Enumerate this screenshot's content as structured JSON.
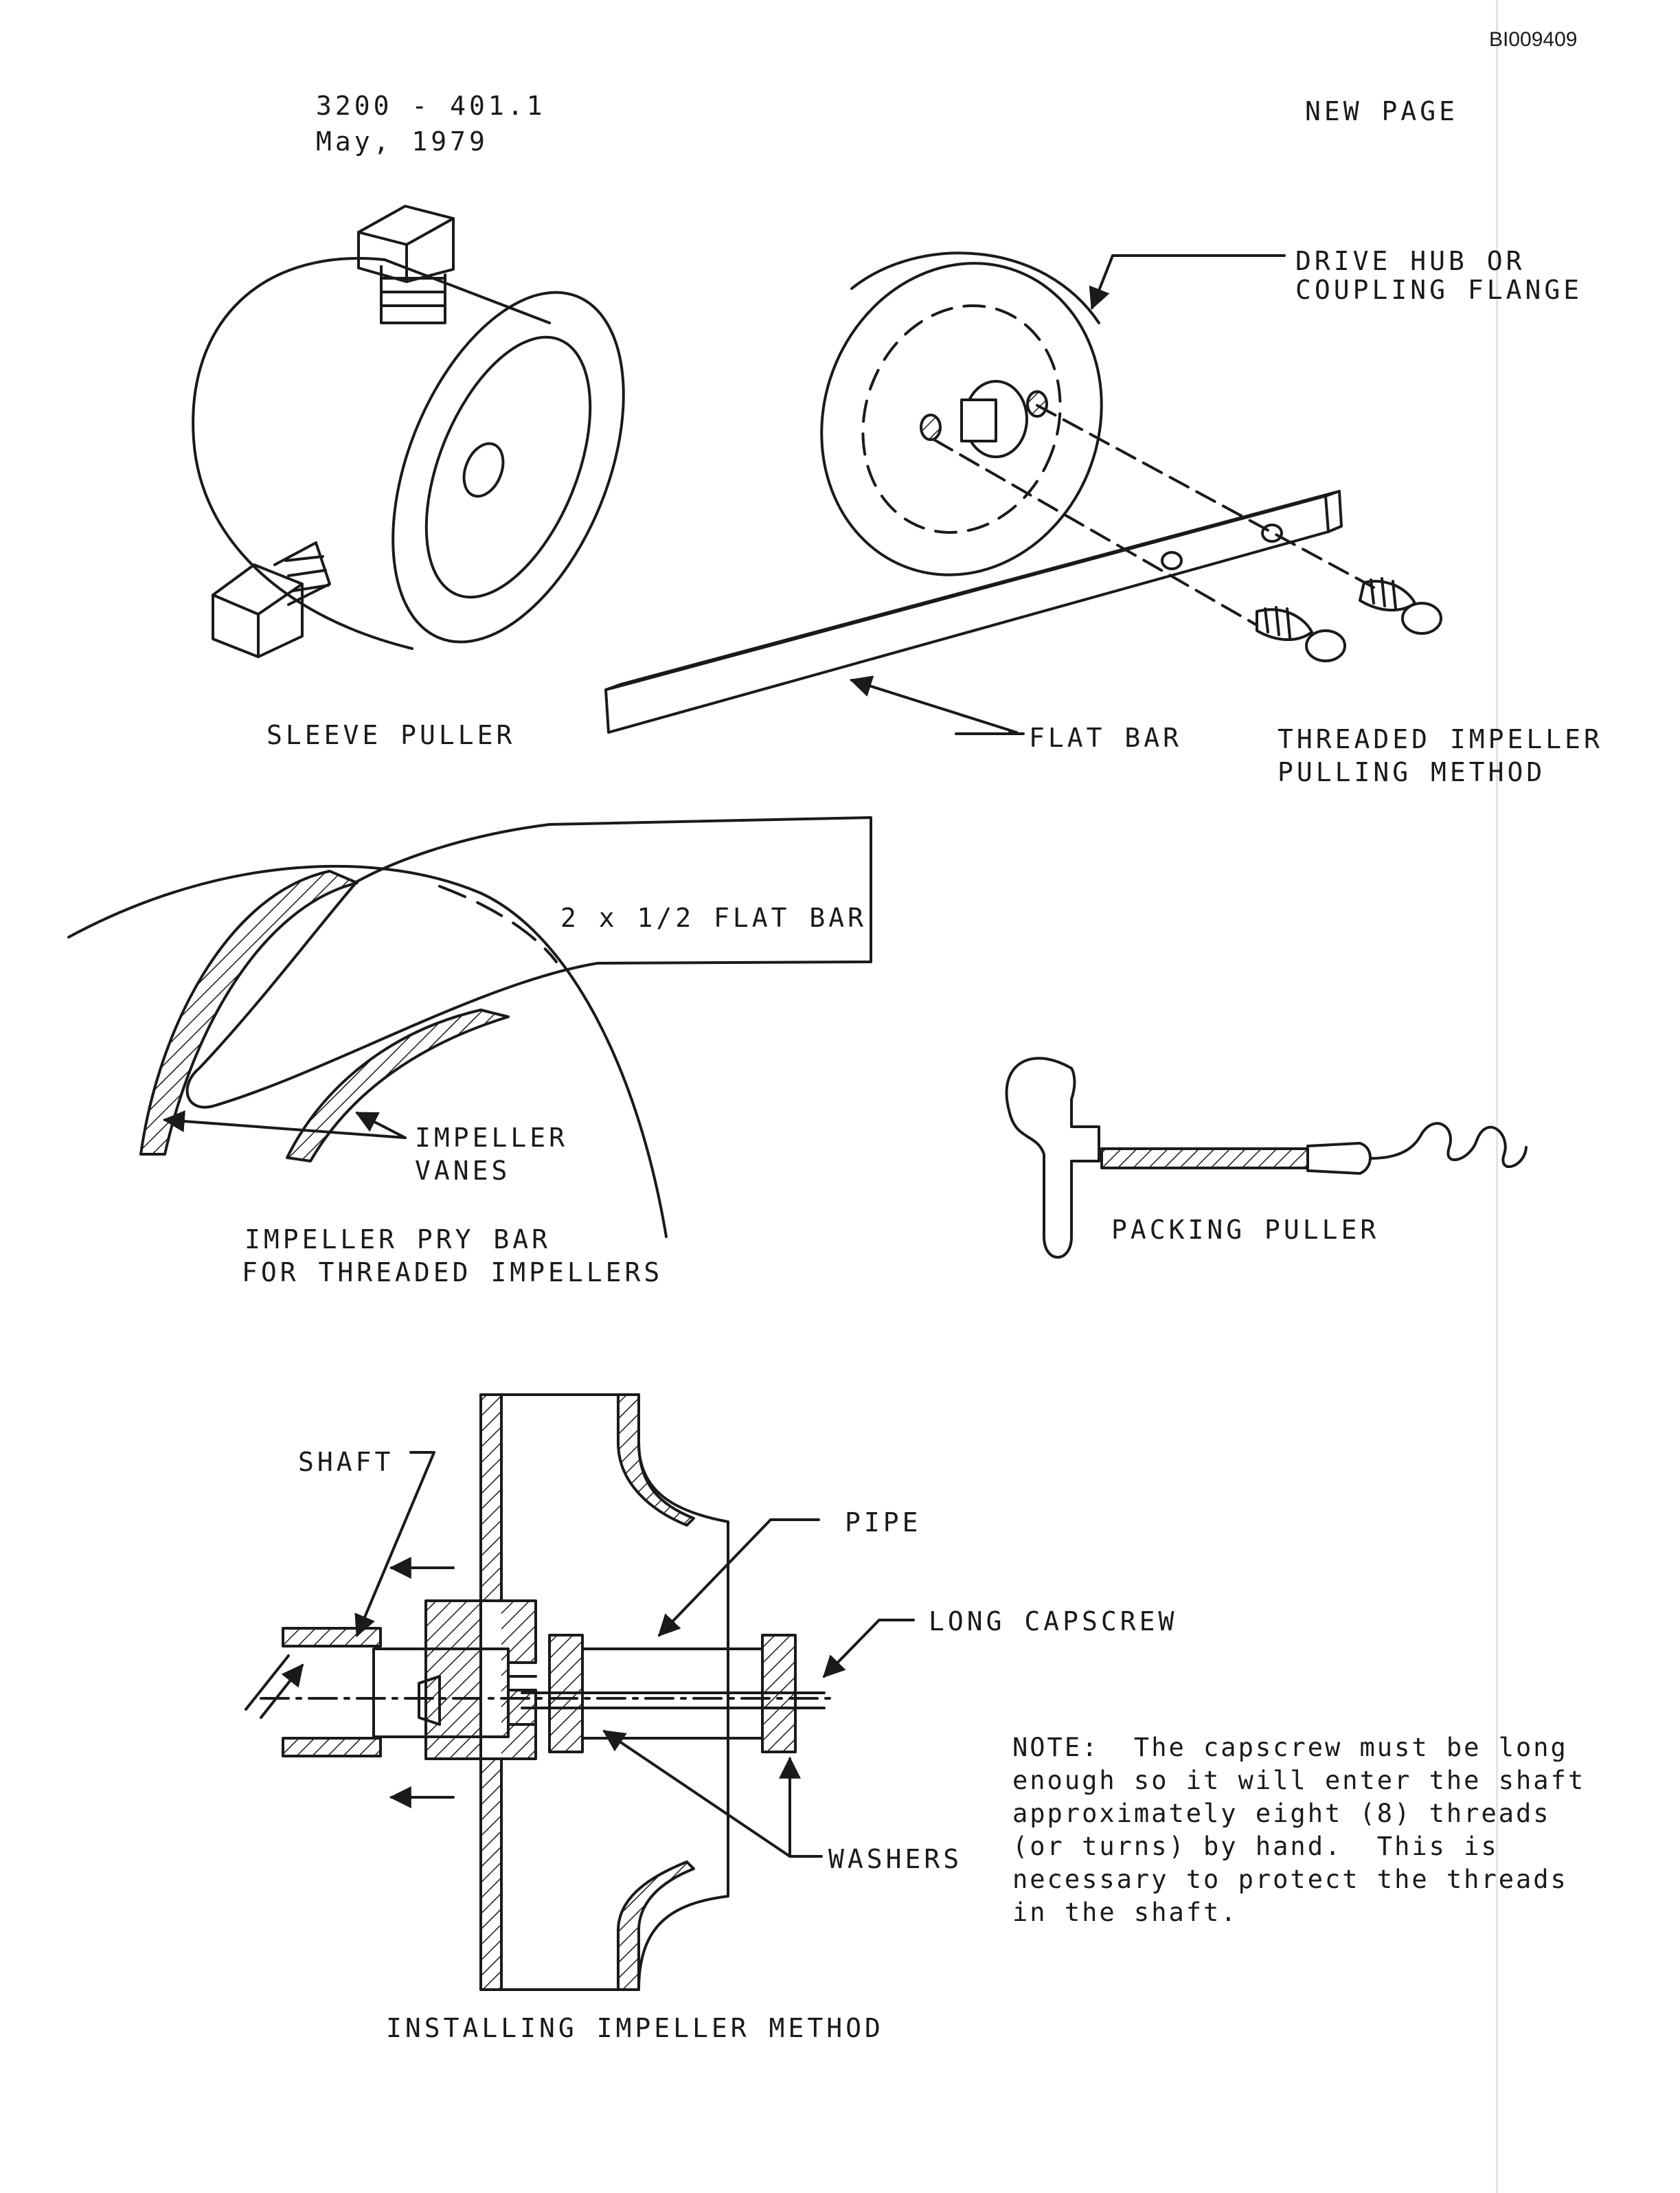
{
  "document": {
    "id": "BI009409",
    "number": "3200 - 401.1",
    "date": "May, 1979",
    "status": "NEW PAGE"
  },
  "figures": {
    "sleeve_puller": {
      "caption": "SLEEVE PULLER"
    },
    "threaded_impeller": {
      "drive_hub_label_line1": "DRIVE HUB OR",
      "drive_hub_label_line2": "COUPLING FLANGE",
      "flat_bar_label": "FLAT BAR",
      "caption_line1": "THREADED IMPELLER",
      "caption_line2": "PULLING METHOD"
    },
    "pry_bar": {
      "bar_label": "2 x 1/2 FLAT BAR",
      "vanes_label_line1": "IMPELLER",
      "vanes_label_line2": "VANES",
      "caption_line1": "IMPELLER PRY BAR",
      "caption_line2": "FOR THREADED IMPELLERS"
    },
    "packing_puller": {
      "caption": "PACKING PULLER"
    },
    "installing": {
      "shaft_label": "SHAFT",
      "pipe_label": "PIPE",
      "capscrew_label": "LONG CAPSCREW",
      "washers_label": "WASHERS",
      "caption": "INSTALLING IMPELLER METHOD"
    }
  },
  "note": {
    "lines": [
      "NOTE:  The capscrew must be long",
      "enough so it will enter the shaft",
      "approximately eight (8) threads",
      "(or turns) by hand.  This is",
      "necessary to protect the threads",
      "in the shaft."
    ]
  }
}
